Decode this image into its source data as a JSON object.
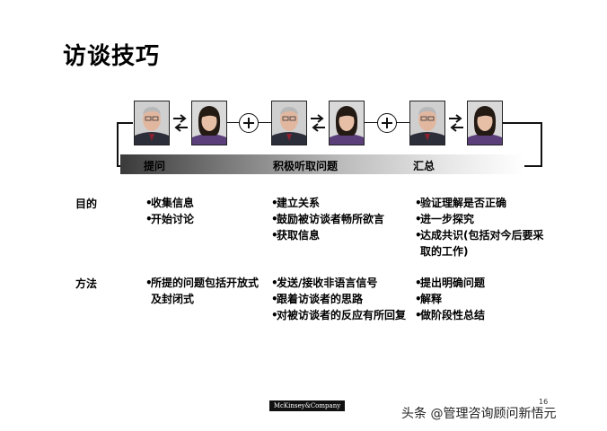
{
  "title": "访谈技巧",
  "stages": [
    "提问",
    "积极听取问题",
    "汇总"
  ],
  "rows": [
    {
      "label": "目的",
      "columns": [
        [
          "收集信息",
          "开始讨论"
        ],
        [
          "建立关系",
          "鼓励被访谈者畅所欲言",
          "获取信息"
        ],
        [
          "验证理解是否正确",
          "进一步探究",
          "达成共识(包括对今后要采取的工作)"
        ]
      ]
    },
    {
      "label": "方法",
      "columns": [
        [
          "所提的问题包括开放式及封闭式"
        ],
        [
          "发送/接收非语言信号",
          "跟着访谈者的思路",
          "对被访谈者的反应有所回复"
        ],
        [
          "提出明确问题",
          "解释",
          "做阶段性总结"
        ]
      ]
    }
  ],
  "bullet": "•",
  "footer": {
    "logo_text": "McKinsey&Company",
    "page_number": "16",
    "watermark": "头条 @管理咨询顾问新悟元"
  },
  "icons": {
    "portrait_man": "man-portrait-icon",
    "portrait_woman": "woman-portrait-icon",
    "exchange": "exchange-arrows-icon",
    "plus": "plus-circle-icon"
  }
}
